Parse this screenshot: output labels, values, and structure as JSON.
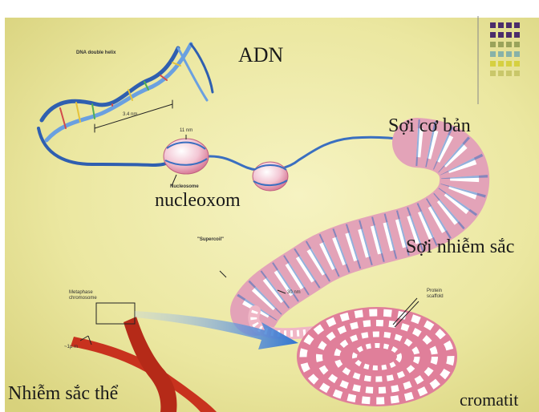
{
  "labels": {
    "adn": "ADN",
    "soi_co_ban": "Sợi cơ bản",
    "nucleoxom": "nucleoxom",
    "soi_nhiem_sac": "Sợi nhiễm sắc",
    "nhiem_sac_the": "Nhiễm sắc thể",
    "cromatit": "cromatit"
  },
  "small_labels": {
    "dna_double_helix": "DNA double helix",
    "width_2nm": "3.4 nm",
    "nm_11": "11 nm",
    "nucleosome": "Nucleosome",
    "supercoil": "\"Supercoil\"",
    "nm_30": "30 nm",
    "protein_scaffold_1": "Protein",
    "protein_scaffold_2": "scaffold",
    "metaphase_1": "Metaphase",
    "metaphase_2": "chromosome",
    "um_1": "~1µ m"
  },
  "colors": {
    "background": "#ece9a6",
    "chromosome": "#c8321e",
    "arrow": "#3f7fd0",
    "helix_blue": "#3a6fc0",
    "coil_pink": "#d96a8a"
  }
}
